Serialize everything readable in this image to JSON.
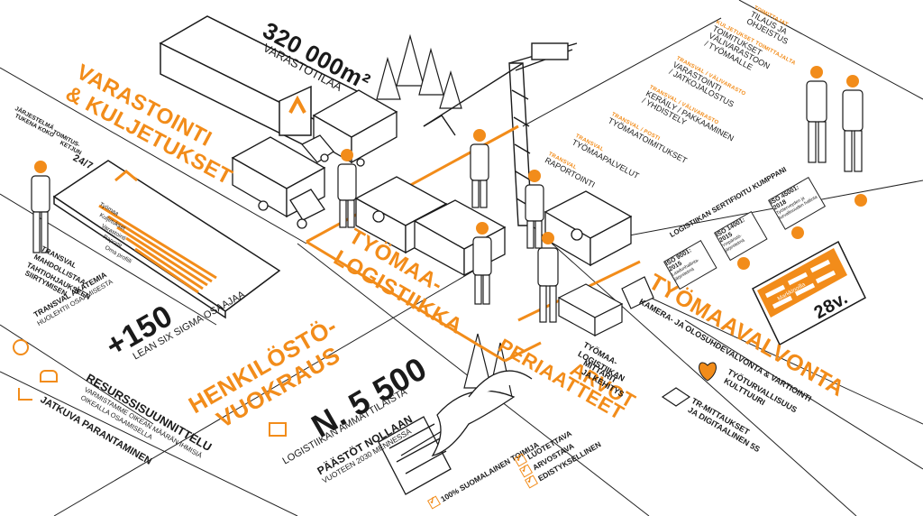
{
  "colors": {
    "accent": "#f28c1a",
    "ink": "#1a1a1a",
    "paper": "#ffffff"
  },
  "warehouse": {
    "area": "320 000m²",
    "label": "VARASTOTILAA"
  },
  "storage": {
    "title_line1": "VARASTOINTI",
    "title_line2": "& KULJETUKSET"
  },
  "system": {
    "line1": "JÄRJESTELMÄ",
    "line2": "TUKENA KOKO",
    "line3": "TOIMITUS-",
    "line4": "KETJUN",
    "hours": "24/7"
  },
  "transval_enables": {
    "line1": "TRANSVAL",
    "line2": "MAHDOLLISTAA",
    "line3": "TAHTIOHJAUKSEEN",
    "line4": "SIIRTYMISEN"
  },
  "site_logistics": {
    "line1": "TYÖMAA-",
    "line2": "LOGISTIIKKA"
  },
  "academy": {
    "line1": "TRANSVAL AKATEMIA",
    "line2": "HUOLEHTII OSAAMISESTA"
  },
  "lean": {
    "count": "+150",
    "label": "LEAN SIX SIGMA OSAAJAA"
  },
  "staffing": {
    "line1": "HENKILÖSTÖ-",
    "line2": "VUOKRAUS"
  },
  "experts": {
    "count": "N. 5 500",
    "label": "LOGISTIIKAN AMMATTILAISTA"
  },
  "resource_planning": {
    "title": "RESURSSISUUNNITTELU",
    "line1": "VARMISTAMME OIKEAN MÄÄRÄN IHMISIÄ",
    "line2": "OIKEALLA OSAAMISELLA"
  },
  "continuous": {
    "title": "JATKUVA PARANTAMINEN"
  },
  "emissions": {
    "title": "PÄÄSTÖT NOLLAAN",
    "sub": "VUOTEEN 2030 MENNESSÄ"
  },
  "values": {
    "title": "ARVOT",
    "items": [
      "100% SUOMALAINEN TOIMIJA",
      "LUOTETTAVA",
      "ARVOSTAVA",
      "EDISTYKSELLINEN"
    ]
  },
  "principles": {
    "title": "PERIAATTEET"
  },
  "metrics": {
    "line1": "TYÖMAA-",
    "line2": "LOGISTIIKAN",
    "line3": "MITTARIT",
    "line4": "JA KEHITYS"
  },
  "supervision": {
    "title": "TYÖMAAVALVONTA",
    "sub": "KAMERA- JA OLOSUHDEVALVONTA & VARTIOINTI"
  },
  "safety": {
    "line1": "TYÖTURVALLISUUS",
    "line2": "KULTTUURI"
  },
  "tr": {
    "line1": "TR-MITTAUKSET",
    "line2": "JA DIGITAALINEN 5S"
  },
  "certified": {
    "title": "LOGISTIIKAN SERTIFIOITU KUMPPANI"
  },
  "certs": [
    {
      "title": "ISO 9001: 2015",
      "sub": "Laadunhallinta-järjestelmä"
    },
    {
      "title": "ISO 14001: 2015",
      "sub": "Ympäristö-järjestelmä"
    },
    {
      "title": "ISO 45001: 2018",
      "sub": "Työterveyden ja turvallisuuden hallinta"
    }
  ],
  "market": {
    "label": "Markkinoilla",
    "years": "28v."
  },
  "workflow": [
    {
      "cat": "TOIMITTAJAT",
      "line1": "TILAUS JA",
      "line2": "OHJEISTUS"
    },
    {
      "cat": "KULJETUKSET TOIMITTAJALTA",
      "line1": "TOIMITUKSET",
      "line2": "VÄLIVARASTOON",
      "line3": "/ TYÖMAALLE"
    },
    {
      "cat": "TRANSVAL / VÄLIVARASTO",
      "line1": "VARASTOINTI",
      "line2": "/ JATKOJALOSTUS"
    },
    {
      "cat": "TRANSVAL / VÄLIVARASTO",
      "line1": "KERÄILY / PAKKAAMINEN",
      "line2": "/ YHDISTELY"
    },
    {
      "cat": "TRANSVAL / POSTI",
      "line1": "TYÖMAATOIMITUKSET"
    },
    {
      "cat": "TRANSVAL",
      "line1": "TYÖMAAPALVELUT"
    },
    {
      "cat": "TRANSVAL",
      "line1": "RAPORTOINTI"
    }
  ],
  "phone": {
    "menu": [
      "Työmaa",
      "Kuljetukset",
      "Varastointi",
      "Raportit",
      "Oma profiili"
    ]
  }
}
